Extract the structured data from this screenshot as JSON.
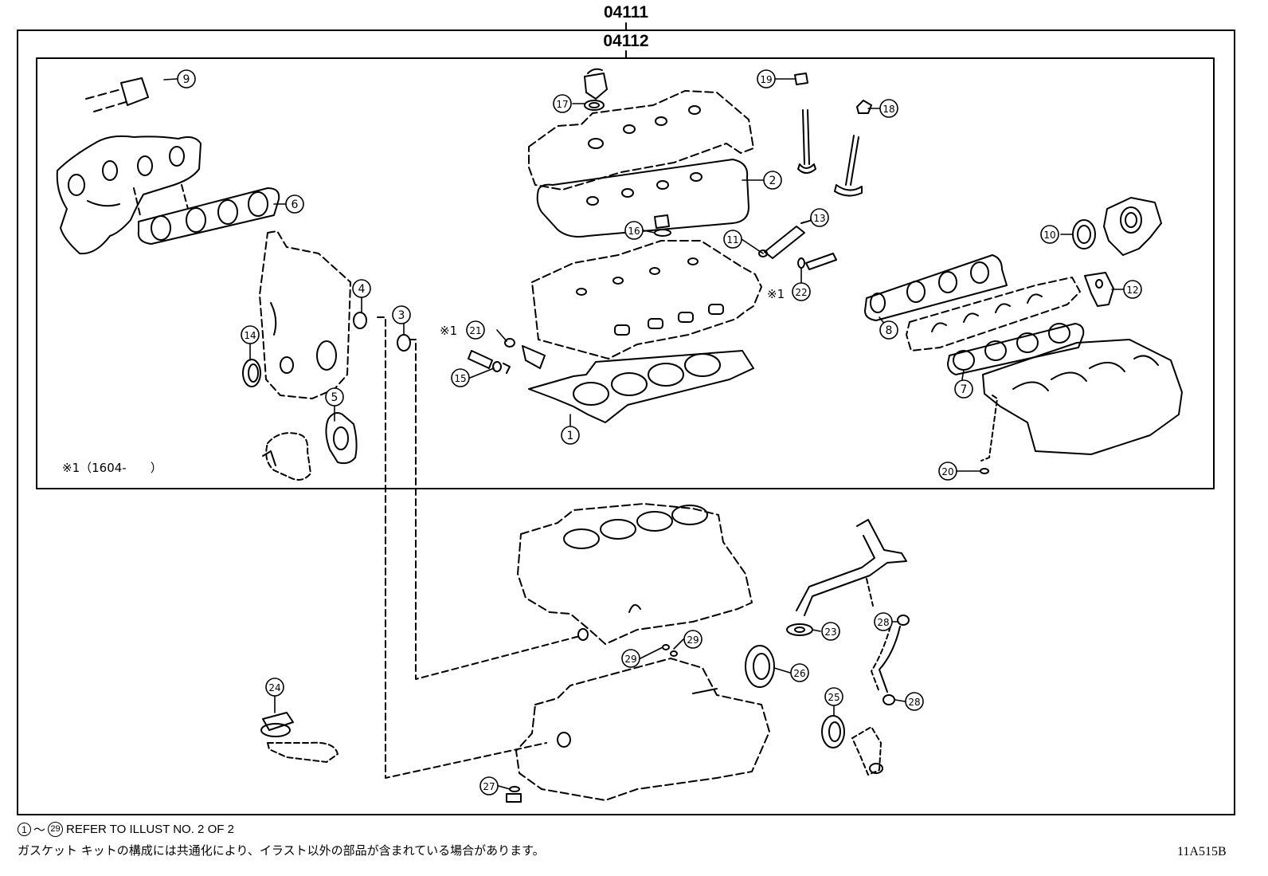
{
  "header": {
    "outer_code": "04111",
    "inner_code": "04112"
  },
  "parts": [
    "1",
    "2",
    "3",
    "4",
    "5",
    "6",
    "7",
    "8",
    "9",
    "10",
    "11",
    "12",
    "13",
    "14",
    "15",
    "16",
    "17",
    "18",
    "19",
    "20",
    "21",
    "22",
    "23",
    "24",
    "25",
    "26",
    "27",
    "28",
    "28",
    "29",
    "29"
  ],
  "markers": {
    "symbol": "※1",
    "note": "※1（1604-　　）"
  },
  "footer": {
    "range_from": "1",
    "range_to": "29",
    "refer_text": "REFER TO ILLUST NO. 2 OF 2",
    "japanese_note": "ガスケット キットの構成には共通化により、イラスト以外の部品が含まれている場合があります。",
    "code": "11A515B"
  }
}
